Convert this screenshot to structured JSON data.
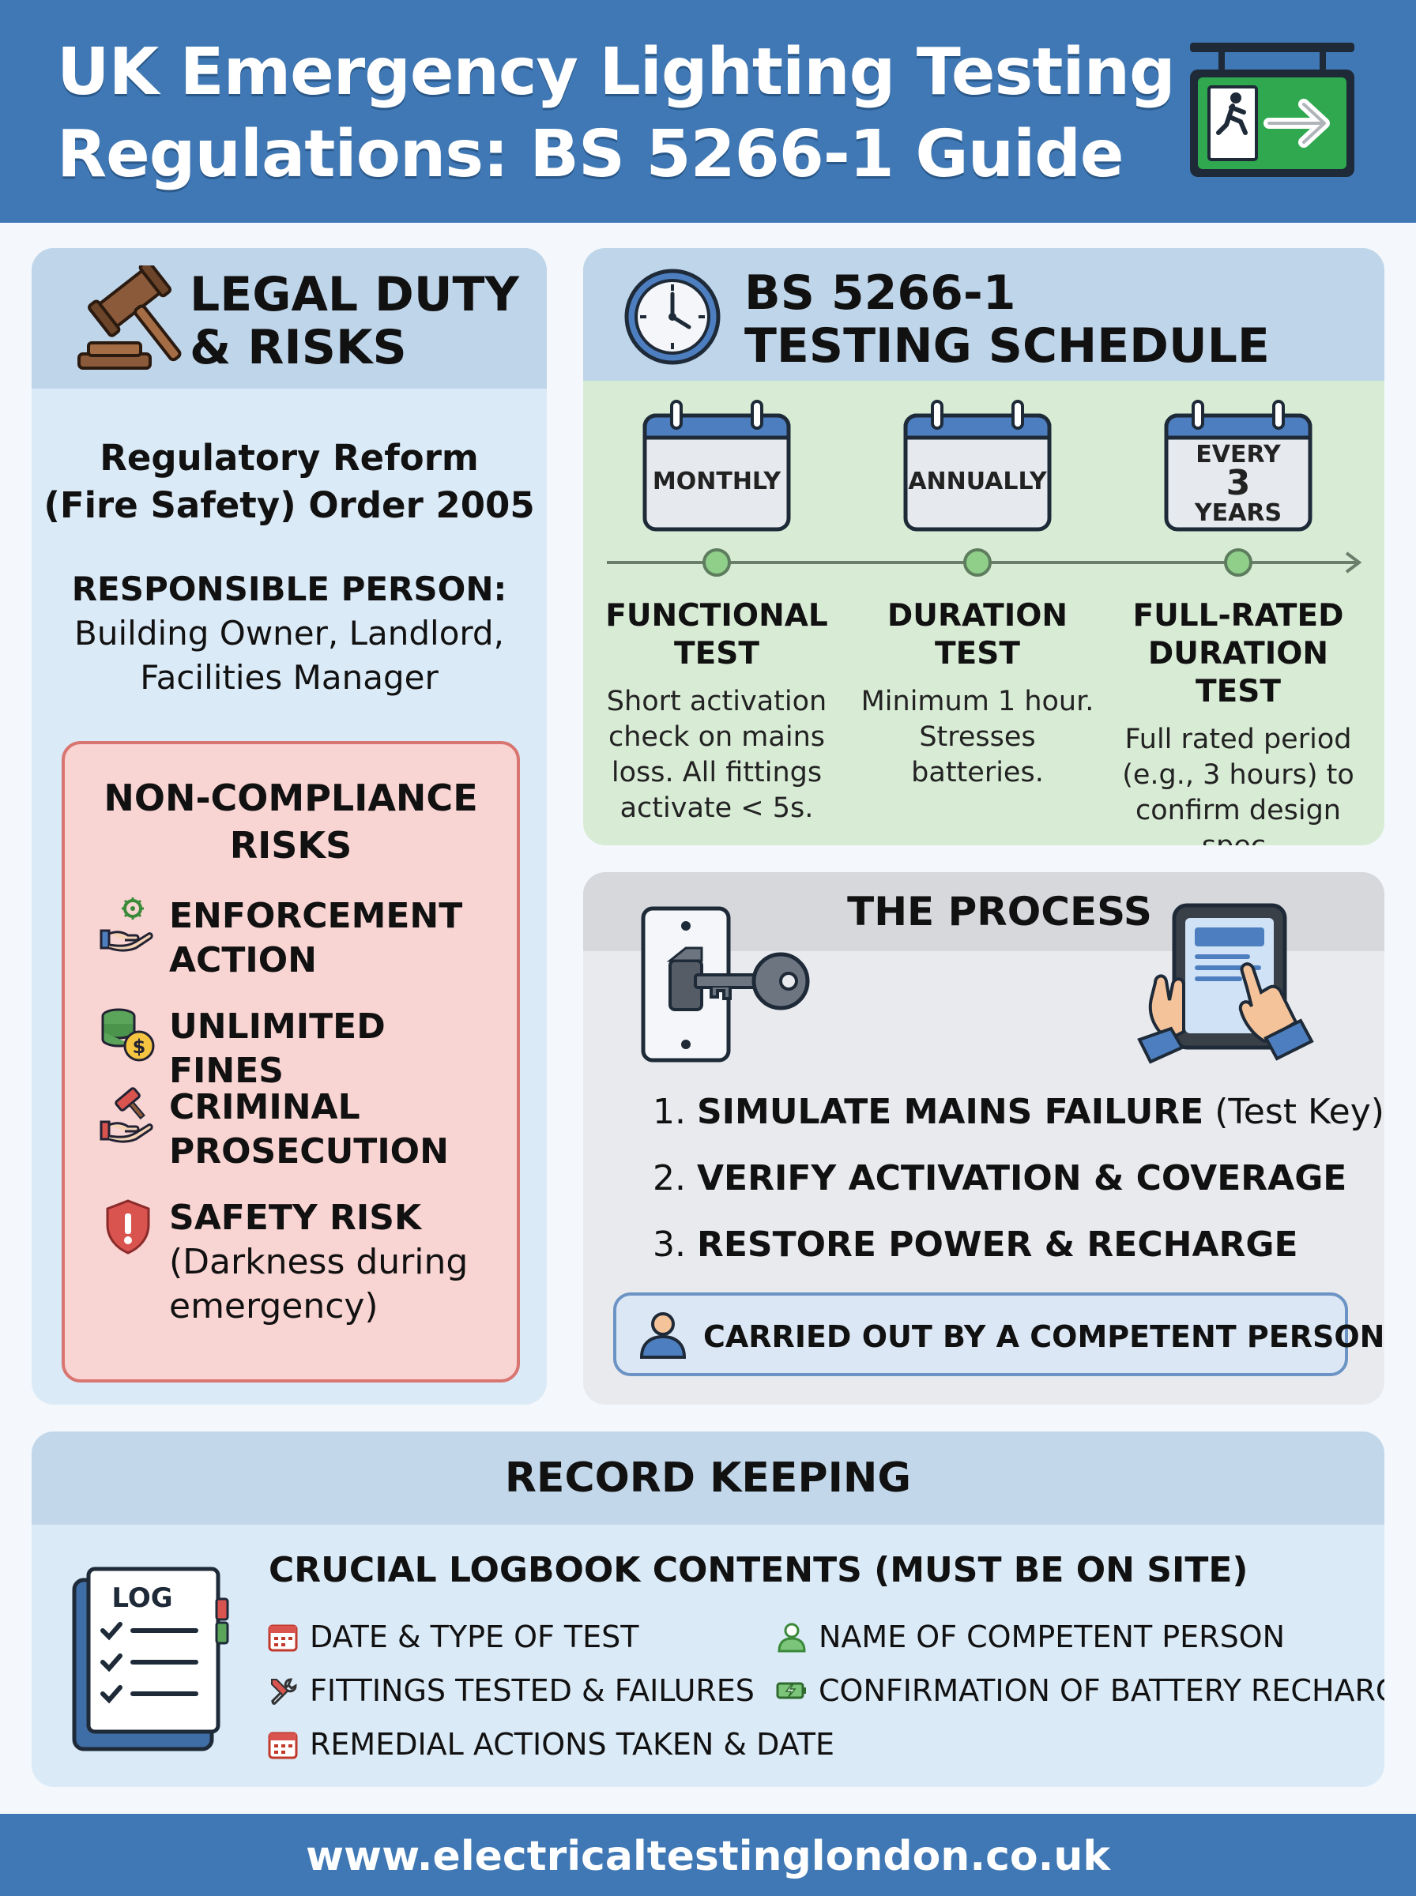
{
  "header": {
    "title_line1": "UK Emergency Lighting Testing",
    "title_line2": "Regulations: BS 5266-1 Guide",
    "icon": "exit-sign-icon"
  },
  "legal": {
    "title_line1": "LEGAL DUTY",
    "title_line2": "& RISKS",
    "icon": "gavel-icon",
    "order_line1": "Regulatory Reform",
    "order_line2": "(Fire Safety) Order 2005",
    "responsible_label": "RESPONSIBLE PERSON:",
    "responsible_line1": "Building Owner, Landlord,",
    "responsible_line2": "Facilities Manager",
    "risks": {
      "title_line1": "NON-COMPLIANCE",
      "title_line2": "RISKS",
      "items": [
        {
          "icon": "enforcement-hand-gear-icon",
          "line1": "ENFORCEMENT",
          "line2": "ACTION"
        },
        {
          "icon": "coins-icon",
          "line1": "UNLIMITED FINES"
        },
        {
          "icon": "gavel-hand-icon",
          "line1": "CRIMINAL",
          "line2": "PROSECUTION"
        },
        {
          "icon": "warning-shield-icon",
          "line1": "SAFETY RISK",
          "line2": "(Darkness during",
          "line3": "emergency)"
        }
      ]
    }
  },
  "schedule": {
    "title_line1": "BS 5266-1",
    "title_line2": "TESTING SCHEDULE",
    "icon": "clock-icon",
    "calendars": [
      {
        "label": "MONTHLY"
      },
      {
        "label": "ANNUALLY"
      },
      {
        "label_top": "EVERY",
        "label_mid": "3",
        "label_bot": "YEARS"
      }
    ],
    "tests": [
      {
        "name_line1": "FUNCTIONAL",
        "name_line2": "TEST",
        "desc": [
          "Short activation",
          "check on mains",
          "loss. All fittings",
          "activate < 5s."
        ]
      },
      {
        "name_line1": "DURATION",
        "name_line2": "TEST",
        "desc": [
          "Minimum 1 hour.",
          "Stresses",
          "batteries."
        ]
      },
      {
        "name_line1": "FULL-RATED",
        "name_line2": "DURATION TEST",
        "desc": [
          "Full rated period",
          "(e.g., 3 hours) to",
          "confirm design",
          "spec."
        ]
      }
    ],
    "colors": {
      "timeline": "#6b7d6b",
      "dot": "#8fcf8a"
    }
  },
  "process": {
    "title": "THE PROCESS",
    "steps": [
      {
        "num": "1.",
        "bold": "SIMULATE MAINS FAILURE",
        "rest": " (Test Key)"
      },
      {
        "num": "2.",
        "bold": "VERIFY ACTIVATION & COVERAGE",
        "rest": ""
      },
      {
        "num": "3.",
        "bold": "RESTORE POWER & RECHARGE",
        "rest": ""
      }
    ],
    "competent": "CARRIED OUT BY A COMPETENT PERSON"
  },
  "records": {
    "title": "RECORD KEEPING",
    "log_label": "LOG",
    "heading": "CRUCIAL LOGBOOK CONTENTS (MUST BE ON SITE)",
    "items": [
      {
        "icon": "calendar-icon",
        "text": "DATE & TYPE OF TEST"
      },
      {
        "icon": "tools-icon",
        "text": "FITTINGS TESTED & FAILURES"
      },
      {
        "icon": "calendar-icon",
        "text": "REMEDIAL ACTIONS TAKEN & DATE"
      },
      {
        "icon": "person-icon",
        "text": "NAME OF COMPETENT PERSON"
      },
      {
        "icon": "battery-icon",
        "text": "CONFIRMATION OF BATTERY RECHARGE"
      }
    ]
  },
  "footer": {
    "url": "www.electricaltestinglondon.co.uk"
  },
  "colors": {
    "brand_blue": "#3f78b4",
    "risk_red": "#d97570",
    "schedule_green": "#d8ecd5"
  }
}
